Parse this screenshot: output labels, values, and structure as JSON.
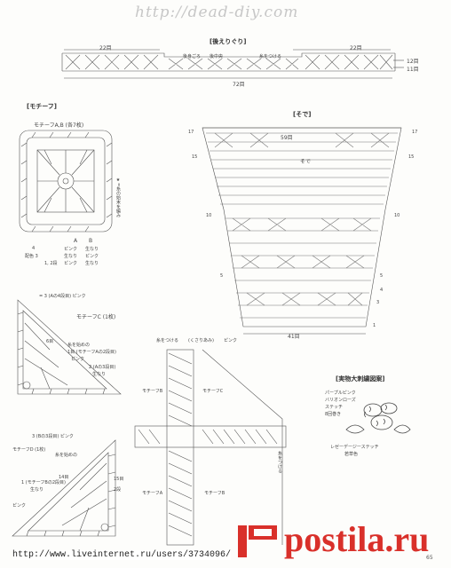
{
  "watermark": "http://dead-diy.com",
  "back_edging": {
    "title": "[後えりぐり]",
    "left_count": "22目",
    "right_count": "22目",
    "bottom_count": "72目",
    "row_labels": [
      "12目",
      "11目"
    ],
    "notes": [
      "後身ごろ",
      "後中央",
      "糸をつける"
    ]
  },
  "motif": {
    "title": "[モチーフ]",
    "name_ab": "モチーフA,B (各7枚)",
    "vertical_note": "★=糸の始末を編み",
    "color_table": {
      "header": [
        "A",
        "B"
      ],
      "rows": [
        [
          "4",
          "ピンク",
          "生なり"
        ],
        [
          "配色 3",
          "生なり",
          "ピンク"
        ],
        [
          "1, 2段",
          "ピンク",
          "生なり"
        ]
      ]
    }
  },
  "motif_c": {
    "note_top": "= 3 (Aの4段目) ピンク",
    "name": "モチーフC (1枚)",
    "label_6": "6目",
    "note_a": "糸を始めの",
    "note_b": "1目 (モチーフAの2段目)",
    "note_c": "ピンク",
    "note_d": "2 (Aの3段目)",
    "note_e": "生なり"
  },
  "motif_d": {
    "note_top": "3 (Bの3段目) ピンク",
    "name": "モチーフD (1枚)",
    "note_a": "糸を始めの",
    "note_b": "1 (モチーフBの2段目)",
    "note_c": "生なり",
    "label_14": "14目",
    "label_15": "15目",
    "label_2": "2段",
    "note_d": "ピンク"
  },
  "sleeve": {
    "title": "[そで]",
    "center_label": "59目",
    "label_so": "そで",
    "bottom_count": "41目",
    "rows": [
      "17",
      "15",
      "10",
      "5",
      "4",
      "3",
      "1"
    ]
  },
  "layout": {
    "note_top_a": "糸をつける",
    "note_top_b": "(くさりあみ)",
    "note_top_c": "ピンク",
    "motif_b": "モチーフB",
    "motif_c": "モチーフC",
    "motif_a": "モチーフA",
    "motif_b2": "モチーフB",
    "side_note": "糸をつける"
  },
  "actual_size": {
    "title": "[実物大刺繍図案]",
    "line1": "パープルピンク",
    "line2": "バリオンローズ",
    "line3": "ステッチ",
    "line4": "8回巻き",
    "line5": "レゼーデージーステッチ",
    "line6": "若草色"
  },
  "footer": {
    "url": "http://www.liveinternet.ru/users/3734096/",
    "page": "65"
  },
  "postila": {
    "text": "postila.ru"
  }
}
